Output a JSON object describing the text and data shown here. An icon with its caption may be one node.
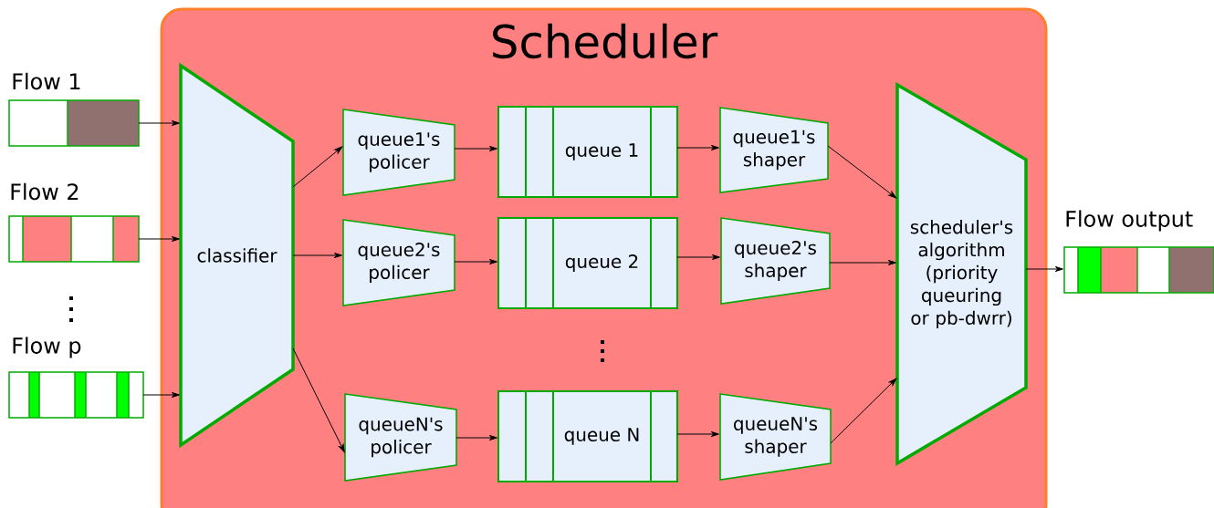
{
  "diagram": {
    "nodes": [
      {
        "text": [
          "Scheduler"
        ]
      },
      {
        "text": [
          "Flow 1"
        ]
      },
      {
        "text": [
          "Flow 2"
        ]
      },
      {
        "text": [
          "Flow p"
        ]
      },
      {
        "text": [
          "classifier"
        ],
        "in": 0
      },
      {
        "text": [
          "queue1's policer"
        ],
        "in": 0
      },
      {
        "text": [
          "queue2's policer"
        ],
        "in": 0
      },
      {
        "text": [
          "queueN's policer"
        ],
        "in": 0
      },
      {
        "text": [
          "queue 1"
        ],
        "in": 0
      },
      {
        "text": [
          "queue 2"
        ],
        "in": 0
      },
      {
        "text": [
          "queue N"
        ],
        "in": 0
      },
      {
        "text": [
          "queue1's shaper"
        ],
        "in": 0
      },
      {
        "text": [
          "queue2's shaper"
        ],
        "in": 0
      },
      {
        "text": [
          "queueN's shaper"
        ],
        "in": 0
      },
      {
        "text": [
          "scheduler's algorithm (priority queuring or pb-dwrr)"
        ],
        "in": 0
      },
      {
        "text": [
          "Flow output"
        ]
      }
    ],
    "edges": [
      {
        "from": 1,
        "to": 4,
        "arrow": "to"
      },
      {
        "from": 2,
        "to": 4,
        "arrow": "to"
      },
      {
        "from": 3,
        "to": 4,
        "arrow": "to"
      },
      {
        "from": 4,
        "to": 5,
        "arrow": "to"
      },
      {
        "from": 4,
        "to": 6,
        "arrow": "to"
      },
      {
        "from": 4,
        "to": 7,
        "arrow": "to"
      },
      {
        "from": 5,
        "to": 8,
        "arrow": "to"
      },
      {
        "from": 6,
        "to": 9,
        "arrow": "to"
      },
      {
        "from": 7,
        "to": 10,
        "arrow": "to"
      },
      {
        "from": 8,
        "to": 11,
        "arrow": "to"
      },
      {
        "from": 9,
        "to": 12,
        "arrow": "to"
      },
      {
        "from": 10,
        "to": 13,
        "arrow": "to"
      },
      {
        "from": 11,
        "to": 14,
        "arrow": "to"
      },
      {
        "from": 12,
        "to": 14,
        "arrow": "to"
      },
      {
        "from": 13,
        "to": 14,
        "arrow": "to"
      },
      {
        "from": 14,
        "to": 15,
        "arrow": "to"
      }
    ]
  }
}
